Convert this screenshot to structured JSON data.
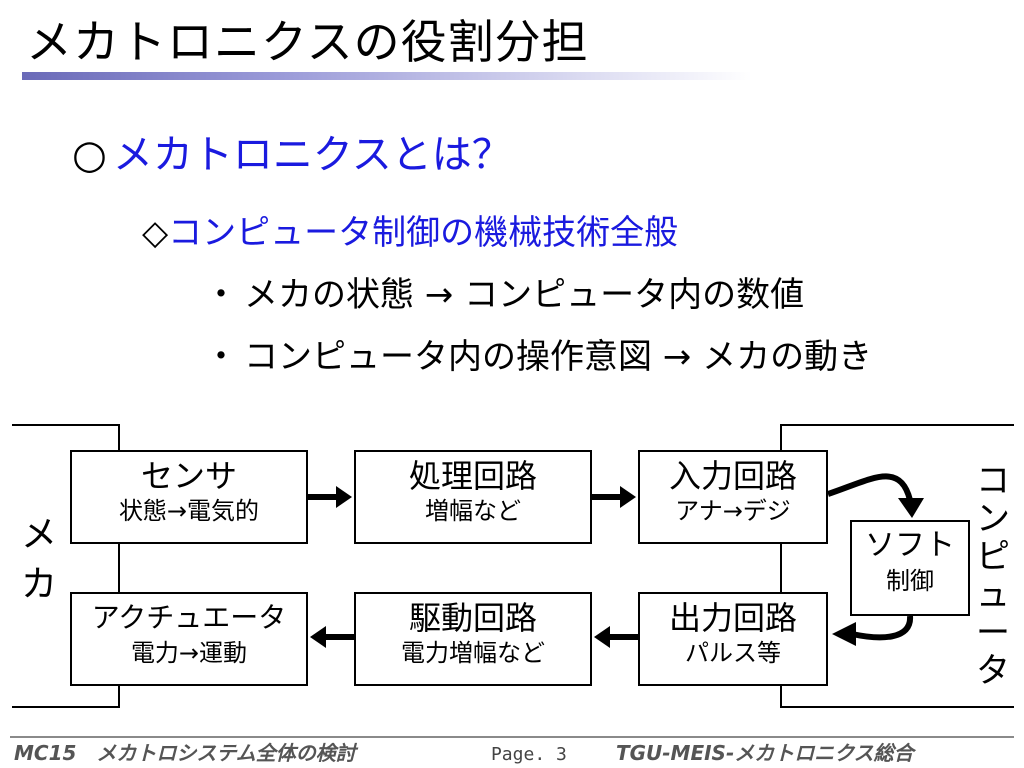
{
  "title": "メカトロニクスの役割分担",
  "heading": {
    "marker": "○",
    "text": "メカトロニクスとは？"
  },
  "subheading": {
    "marker": "◇",
    "text": "コンピュータ制御の機械技術全般"
  },
  "bullets": [
    {
      "marker": "・",
      "text": "メカの状態 → コンピュータ内の数値"
    },
    {
      "marker": "・",
      "text": "コンピュータ内の操作意図 → メカの動き"
    }
  ],
  "diagram": {
    "left_label": "メ\nカ",
    "right_label": "コ\nン\nピ\nュ\nー\nタ",
    "boxes": {
      "sensor": {
        "main": "センサ",
        "sub": "状態→電気的"
      },
      "processing": {
        "main": "処理回路",
        "sub": "増幅など"
      },
      "input": {
        "main": "入力回路",
        "sub": "アナ→デジ"
      },
      "software": {
        "main": "ソフト",
        "sub": "制御"
      },
      "output": {
        "main": "出力回路",
        "sub": "パルス等"
      },
      "drive": {
        "main": "駆動回路",
        "sub": "電力増幅など"
      },
      "actuator": {
        "main": "アクチュエータ",
        "sub": "電力→運動"
      }
    }
  },
  "footer": {
    "course": "MC15　メカトロシステム全体の検討",
    "page": "Page. 3",
    "org": "TGU-MEIS-メカトロニクス総合"
  }
}
